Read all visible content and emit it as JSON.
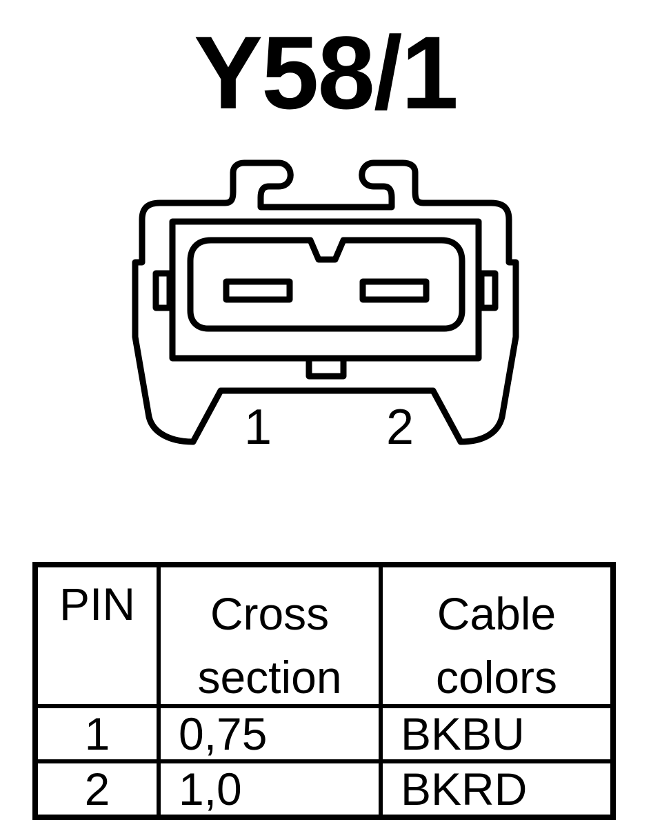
{
  "title": "Y58/1",
  "connector": {
    "pin_labels": [
      "1",
      "2"
    ]
  },
  "table": {
    "headers": {
      "pin": "PIN",
      "cross_section_line1": "Cross",
      "cross_section_line2": "section",
      "cable_colors_line1": "Cable",
      "cable_colors_line2": "colors"
    },
    "rows": [
      {
        "pin": "1",
        "cross_section": "0,75",
        "cable_color": "BKBU"
      },
      {
        "pin": "2",
        "cross_section": "1,0",
        "cable_color": "BKRD"
      }
    ]
  }
}
